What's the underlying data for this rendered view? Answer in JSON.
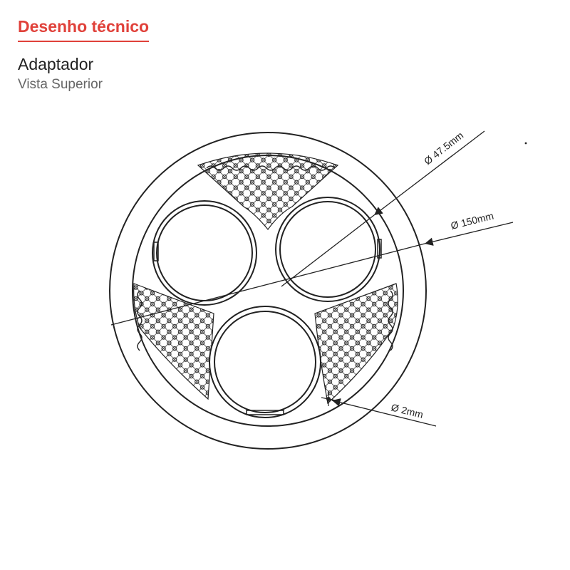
{
  "header": {
    "section_title": "Desenho técnico",
    "product_name": "Adaptador",
    "view_name": "Vista Superior"
  },
  "dimensions": {
    "inner_hole": "Ø 47.5mm",
    "outer_diameter": "Ø 150mm",
    "pin_hole": "Ø 2mm"
  },
  "colors": {
    "accent": "#e0413a",
    "line": "#222222"
  }
}
